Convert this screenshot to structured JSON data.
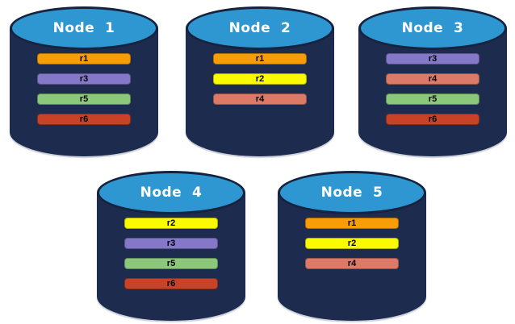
{
  "diagram": {
    "background": "#ffffff",
    "colors": {
      "cylinder_body": "#1C2B4E",
      "cylinder_top_fill": "#2E97D1",
      "cylinder_outline": "#16233F",
      "node_label_text": "#FFFFFF",
      "replica_label_text": "#000000"
    },
    "replica_colors": {
      "r1": "#F99D07",
      "r2": "#FBFB00",
      "r3": "#8678C8",
      "r4": "#DC7A68",
      "r5": "#8CC87B",
      "r6": "#C84227"
    },
    "nodes": [
      {
        "id": "node-1",
        "label": "Node  1",
        "replicas": [
          "r1",
          "r3",
          "r5",
          "r6"
        ]
      },
      {
        "id": "node-2",
        "label": "Node  2",
        "replicas": [
          "r1",
          "r2",
          "r4"
        ]
      },
      {
        "id": "node-3",
        "label": "Node  3",
        "replicas": [
          "r3",
          "r4",
          "r5",
          "r6"
        ]
      },
      {
        "id": "node-4",
        "label": "Node  4",
        "replicas": [
          "r2",
          "r3",
          "r5",
          "r6"
        ]
      },
      {
        "id": "node-5",
        "label": "Node  5",
        "replicas": [
          "r1",
          "r2",
          "r4"
        ]
      }
    ]
  }
}
